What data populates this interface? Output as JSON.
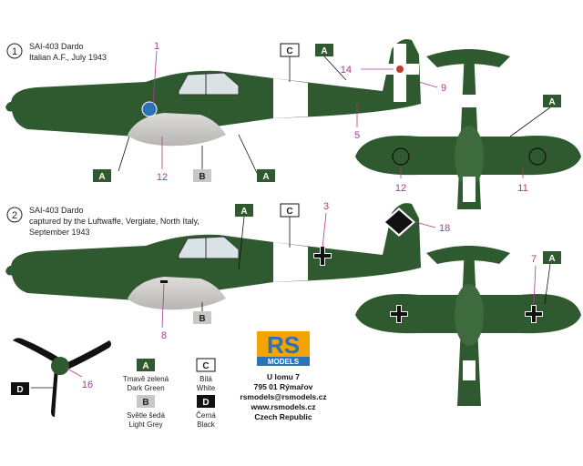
{
  "colors": {
    "dark_green": "#2f5a2f",
    "light_grey": "#c9c7c4",
    "white": "#ffffff",
    "black": "#111111",
    "callout": "#b0368f",
    "logo_orange": "#f5a300",
    "logo_blue": "#2a73b8"
  },
  "profile1": {
    "index": "1",
    "title": "SAI-403 Dardo",
    "subtitle": "Italian A.F., July 1943"
  },
  "profile2": {
    "index": "2",
    "title": "SAI-403 Dardo",
    "line2": "captured by the Luftwaffe, Vergiate, North Italy,",
    "line3": "September 1943"
  },
  "callouts": {
    "c1": "1",
    "c3": "3",
    "c5": "5",
    "c7": "7",
    "c8": "8",
    "c9": "9",
    "c11": "11",
    "c12a": "12",
    "c12b": "12",
    "c14": "14",
    "c16": "16",
    "c18": "18"
  },
  "badges": {
    "A": "A",
    "B": "B",
    "C": "C",
    "D": "D"
  },
  "legend": {
    "A_cz": "Tmavě zelená",
    "A_en": "Dark Green",
    "B_cz": "Světle šedá",
    "B_en": "Light Grey",
    "C_cz": "Bílá",
    "C_en": "White",
    "D_cz": "Černá",
    "D_en": "Black"
  },
  "logo": {
    "letters": "RS",
    "word": "MODELS"
  },
  "address": {
    "line1": "U lomu 7",
    "line2": "795 01 Rýmařov",
    "line3": "rsmodels@rsmodels.cz",
    "line4": "www.rsmodels.cz",
    "line5": "Czech Republic"
  }
}
